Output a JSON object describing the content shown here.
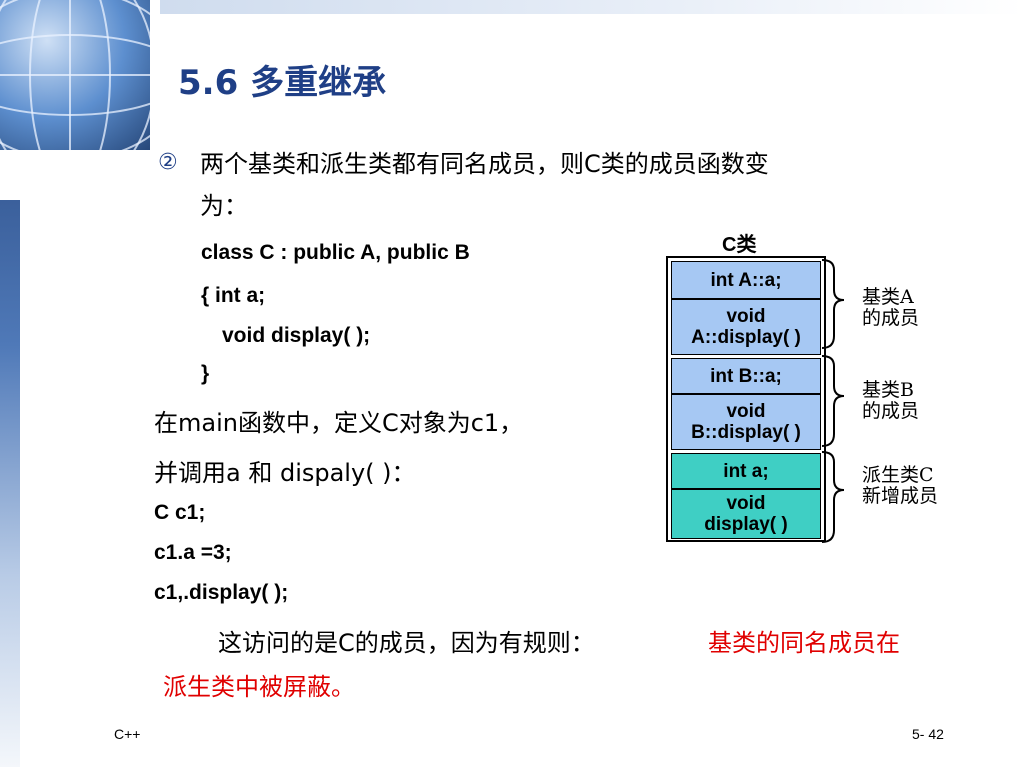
{
  "slide": {
    "title": "5.6 多重继承",
    "bullet_marker": "②",
    "intro_line1": "两个基类和派生类都有同名成员，则C类的成员函数变",
    "intro_line2": "为：",
    "code_lines": [
      "class C : public A, public B",
      "{ int a;",
      "void display( );",
      "}"
    ],
    "text_line1": "在main函数中，定义C对象为c1，",
    "text_line2": "并调用a 和 dispaly( )：",
    "code2_lines": [
      "C  c1;",
      "c1.a =3;",
      "c1,.display( );"
    ],
    "conclusion_black": "这访问的是C的成员，因为有规则：",
    "conclusion_red_1": "基类的同名成员在",
    "conclusion_red_2": "派生类中被屏蔽。"
  },
  "diagram": {
    "title": "C类",
    "cells": [
      "int A::a;",
      "void\nA::display( )",
      "int B::a;",
      "void\nB::display( )",
      "int a;",
      "void\ndisplay( )"
    ],
    "groups": [
      "基类A\n的成员",
      "基类B\n的成员",
      "派生类C\n新增成员"
    ],
    "colors": {
      "base": "#a6c8f3",
      "derived": "#3fcfc4"
    }
  },
  "footer": {
    "left": "C++",
    "right": "5- 42"
  },
  "icons": [
    "globe-icon",
    "brace-icon"
  ]
}
